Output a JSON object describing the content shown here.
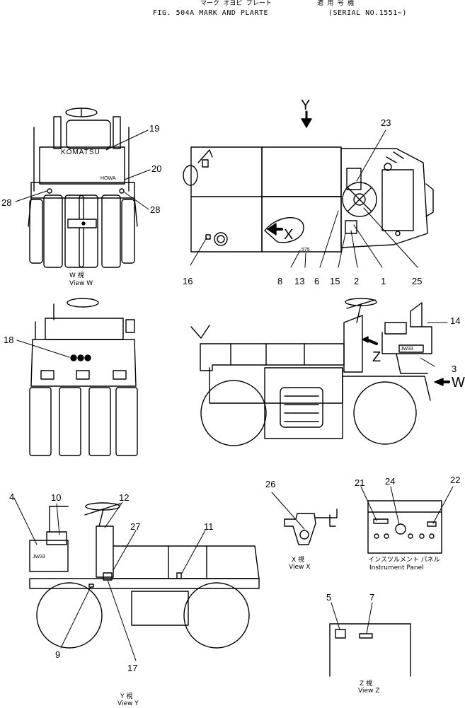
{
  "header": {
    "jp_title": "マーク オヨビ プレート",
    "jp_applic": "適 用 号 機",
    "title": "FIG. 504A MARK AND PLARTE",
    "serial": "(SERIAL NO.1551~)"
  },
  "views": {
    "w": {
      "jp": "W 視",
      "en": "View W"
    },
    "y": {
      "jp": "Y 視",
      "en": "View Y"
    },
    "x": {
      "jp": "X 視",
      "en": "View X"
    },
    "z": {
      "jp": "Z 視",
      "en": "View Z"
    },
    "panel": {
      "jp": "インスツルメント パネル",
      "en": "Instrument Panel"
    }
  },
  "labels": {
    "komatsu": "KOMATSU",
    "howa": "HOWA",
    "jw": "JW33",
    "plate_code": "575"
  },
  "arrows": {
    "y": "Y",
    "x": "X",
    "z": "Z",
    "w": "W"
  },
  "callouts": [
    "1",
    "2",
    "3",
    "4",
    "5",
    "6",
    "7",
    "8",
    "9",
    "10",
    "11",
    "12",
    "13",
    "14",
    "15",
    "16",
    "17",
    "18",
    "19",
    "20",
    "21",
    "22",
    "23",
    "24",
    "25",
    "26",
    "27",
    "28"
  ]
}
